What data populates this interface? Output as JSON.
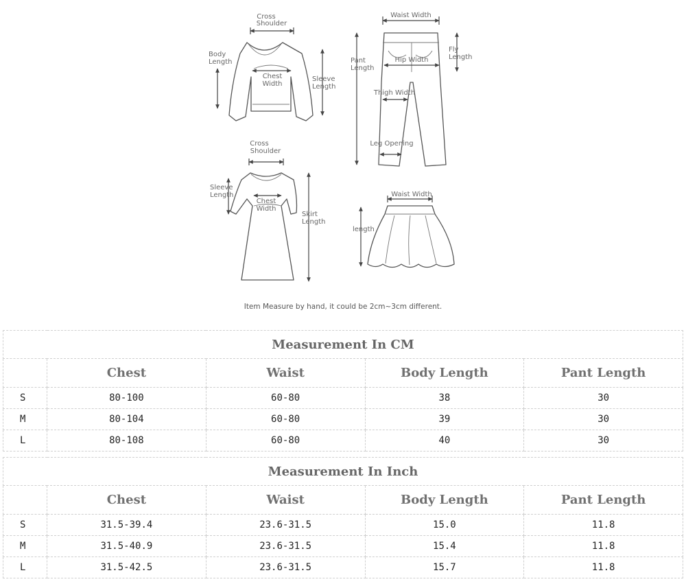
{
  "diagram": {
    "top": {
      "cross_shoulder": [
        "Cross",
        "Shoulder"
      ],
      "body_length": [
        "Body",
        "Length"
      ],
      "chest_width": [
        "Chest",
        "Width"
      ],
      "sleeve_length": [
        "Sleeve",
        "Length"
      ]
    },
    "pants": {
      "waist_width": "Waist Width",
      "pant_length": [
        "Pant",
        "Length"
      ],
      "hip_width": "Hip Width",
      "fly_length": [
        "Fly",
        "Length"
      ],
      "thigh_width": "Thigh Width",
      "leg_opening": "Leg Opening"
    },
    "dress": {
      "cross_shoulder": [
        "Cross",
        "Shoulder"
      ],
      "sleeve_length": [
        "Sleeve",
        "Length"
      ],
      "chest_width": [
        "Chest",
        "Width"
      ],
      "skirt_length": [
        "Skirt",
        "Length"
      ]
    },
    "skirt": {
      "waist_width": "Waist Width",
      "length": "length"
    }
  },
  "note": "Item Measure by hand, it could be 2cm~3cm different.",
  "tables": {
    "cm": {
      "title": "Measurement In CM",
      "headers": [
        "",
        "Chest",
        "Waist",
        "Body Length",
        "Pant Length"
      ],
      "rows": [
        [
          "S",
          "80-100",
          "60-80",
          "38",
          "30"
        ],
        [
          "M",
          "80-104",
          "60-80",
          "39",
          "30"
        ],
        [
          "L",
          "80-108",
          "60-80",
          "40",
          "30"
        ]
      ]
    },
    "inch": {
      "title": "Measurement In Inch",
      "headers": [
        "",
        "Chest",
        "Waist",
        "Body Length",
        "Pant Length"
      ],
      "rows": [
        [
          "S",
          "31.5-39.4",
          "23.6-31.5",
          "15.0",
          "11.8"
        ],
        [
          "M",
          "31.5-40.9",
          "23.6-31.5",
          "15.4",
          "11.8"
        ],
        [
          "L",
          "31.5-42.5",
          "23.6-31.5",
          "15.7",
          "11.8"
        ]
      ]
    }
  }
}
